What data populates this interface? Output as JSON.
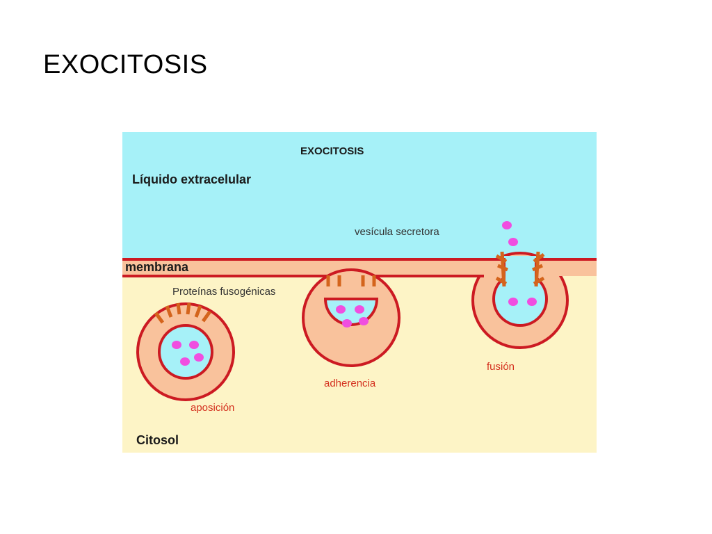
{
  "slide": {
    "title": "EXOCITOSIS"
  },
  "diagram": {
    "heading": "EXOCITOSIS",
    "regions": {
      "extracellular": "Líquido extracelular",
      "membrane": "membrana",
      "cytosol": "Citosol"
    },
    "labels": {
      "secretory_vesicle": "vesícula secretora",
      "fusogenic_proteins": "Proteínas fusogénicas"
    },
    "stages": [
      {
        "label": "aposición"
      },
      {
        "label": "adherencia"
      },
      {
        "label": "fusión"
      }
    ],
    "colors": {
      "extracellular": "#a6f1f8",
      "cytosol": "#fdf4c6",
      "membrane_fill": "#f9c29c",
      "membrane_line": "#cc1a22",
      "vesicle_lumen": "#a6f1f8",
      "cargo": "#f04ee0",
      "protein": "#d4641c",
      "stage_label": "#d4301e"
    }
  }
}
